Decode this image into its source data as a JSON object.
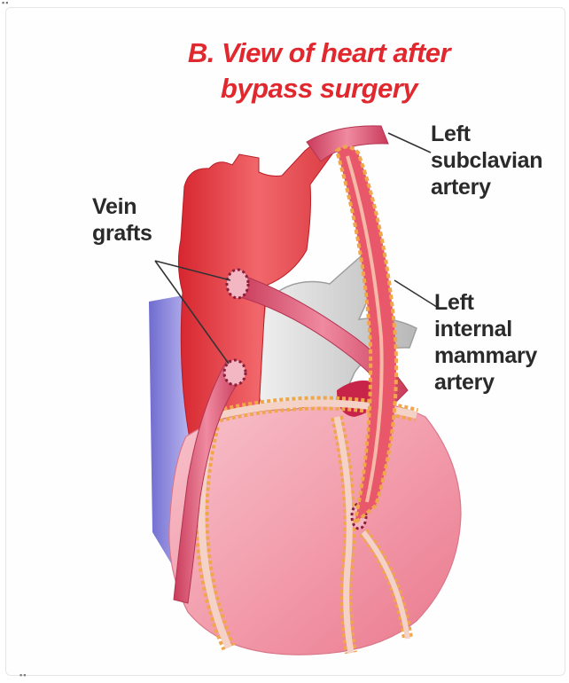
{
  "title": {
    "line1": "B. View of heart after",
    "line2": "bypass surgery"
  },
  "labels": {
    "vein_grafts": [
      "Vein",
      "grafts"
    ],
    "left_subclavian_artery": [
      "Left",
      "subclavian",
      "artery"
    ],
    "left_internal_mammary_artery": [
      "Left",
      "internal",
      "mammary",
      "artery"
    ]
  },
  "colors": {
    "title": "#e0282e",
    "aorta": "#e8444b",
    "heart": "#f2a3b0",
    "graft": "#d9506a",
    "pulmonary": "#c9c9c9",
    "vein_blue": "#8a85d6",
    "fat": "#f0a64a"
  }
}
